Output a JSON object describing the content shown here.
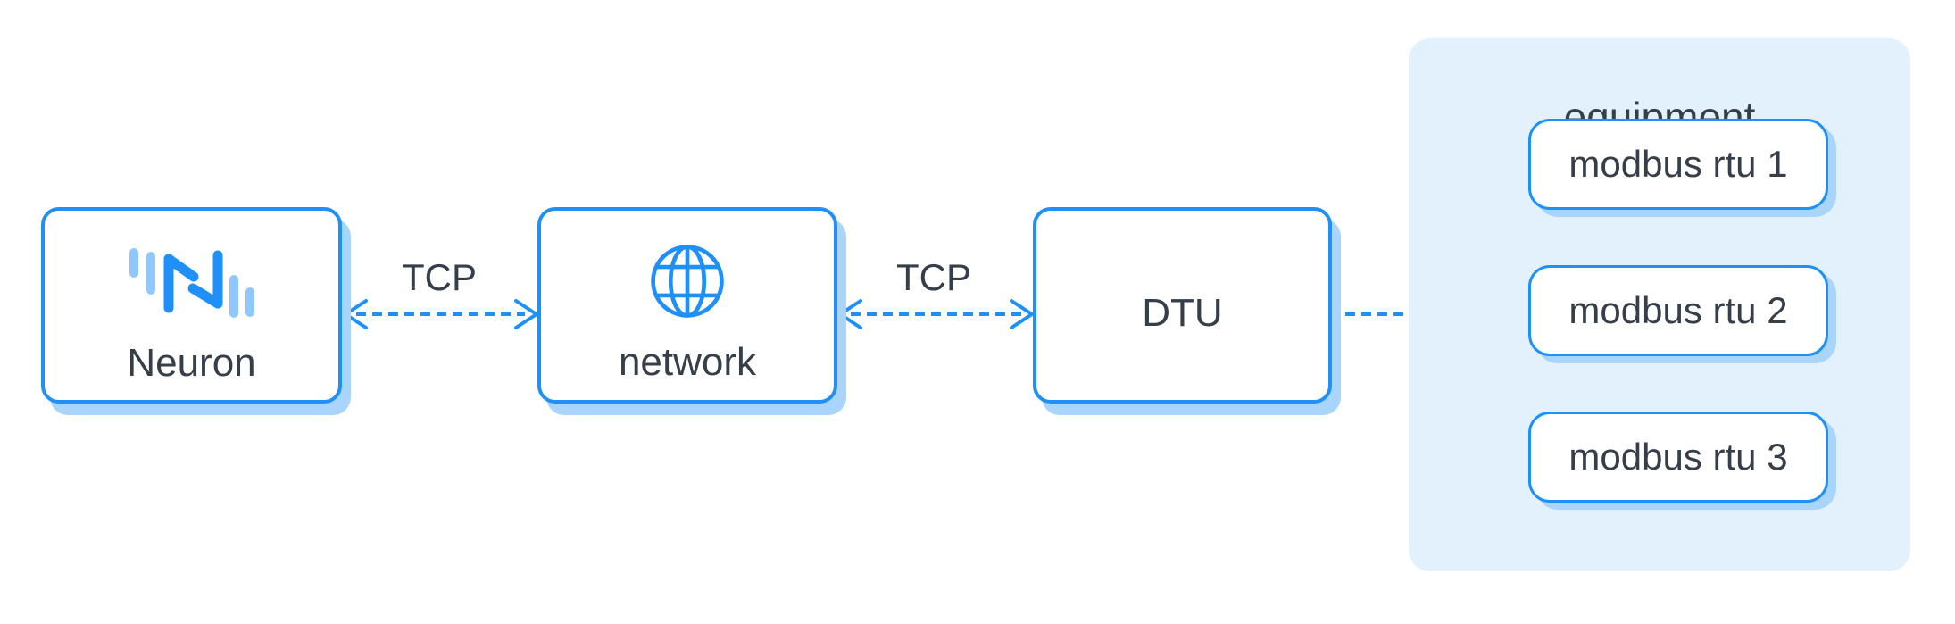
{
  "palette": {
    "accent": "#1e90f8",
    "logo_light": "#90c8fd",
    "shadow": "#a9d5fc",
    "panel_bg": "#e3f1fd",
    "text_dark": "#363e4a",
    "node_bg": "#ffffff"
  },
  "diagram": {
    "nodes": {
      "neuron": {
        "label": "Neuron",
        "icon": "neuron-logo-icon"
      },
      "network": {
        "label": "network",
        "icon": "globe-icon"
      },
      "dtu": {
        "label": "DTU"
      }
    },
    "links": {
      "neuron_network": {
        "label": "TCP",
        "type": "dashed-double-arrow"
      },
      "network_dtu": {
        "label": "TCP",
        "type": "dashed-double-arrow"
      },
      "dtu_equipment": {
        "type": "dashed-fanout-three-arrows"
      }
    },
    "equipment": {
      "title": "equipment",
      "devices": [
        {
          "label": "modbus rtu 1"
        },
        {
          "label": "modbus rtu 2"
        },
        {
          "label": "modbus rtu 3"
        }
      ]
    }
  }
}
